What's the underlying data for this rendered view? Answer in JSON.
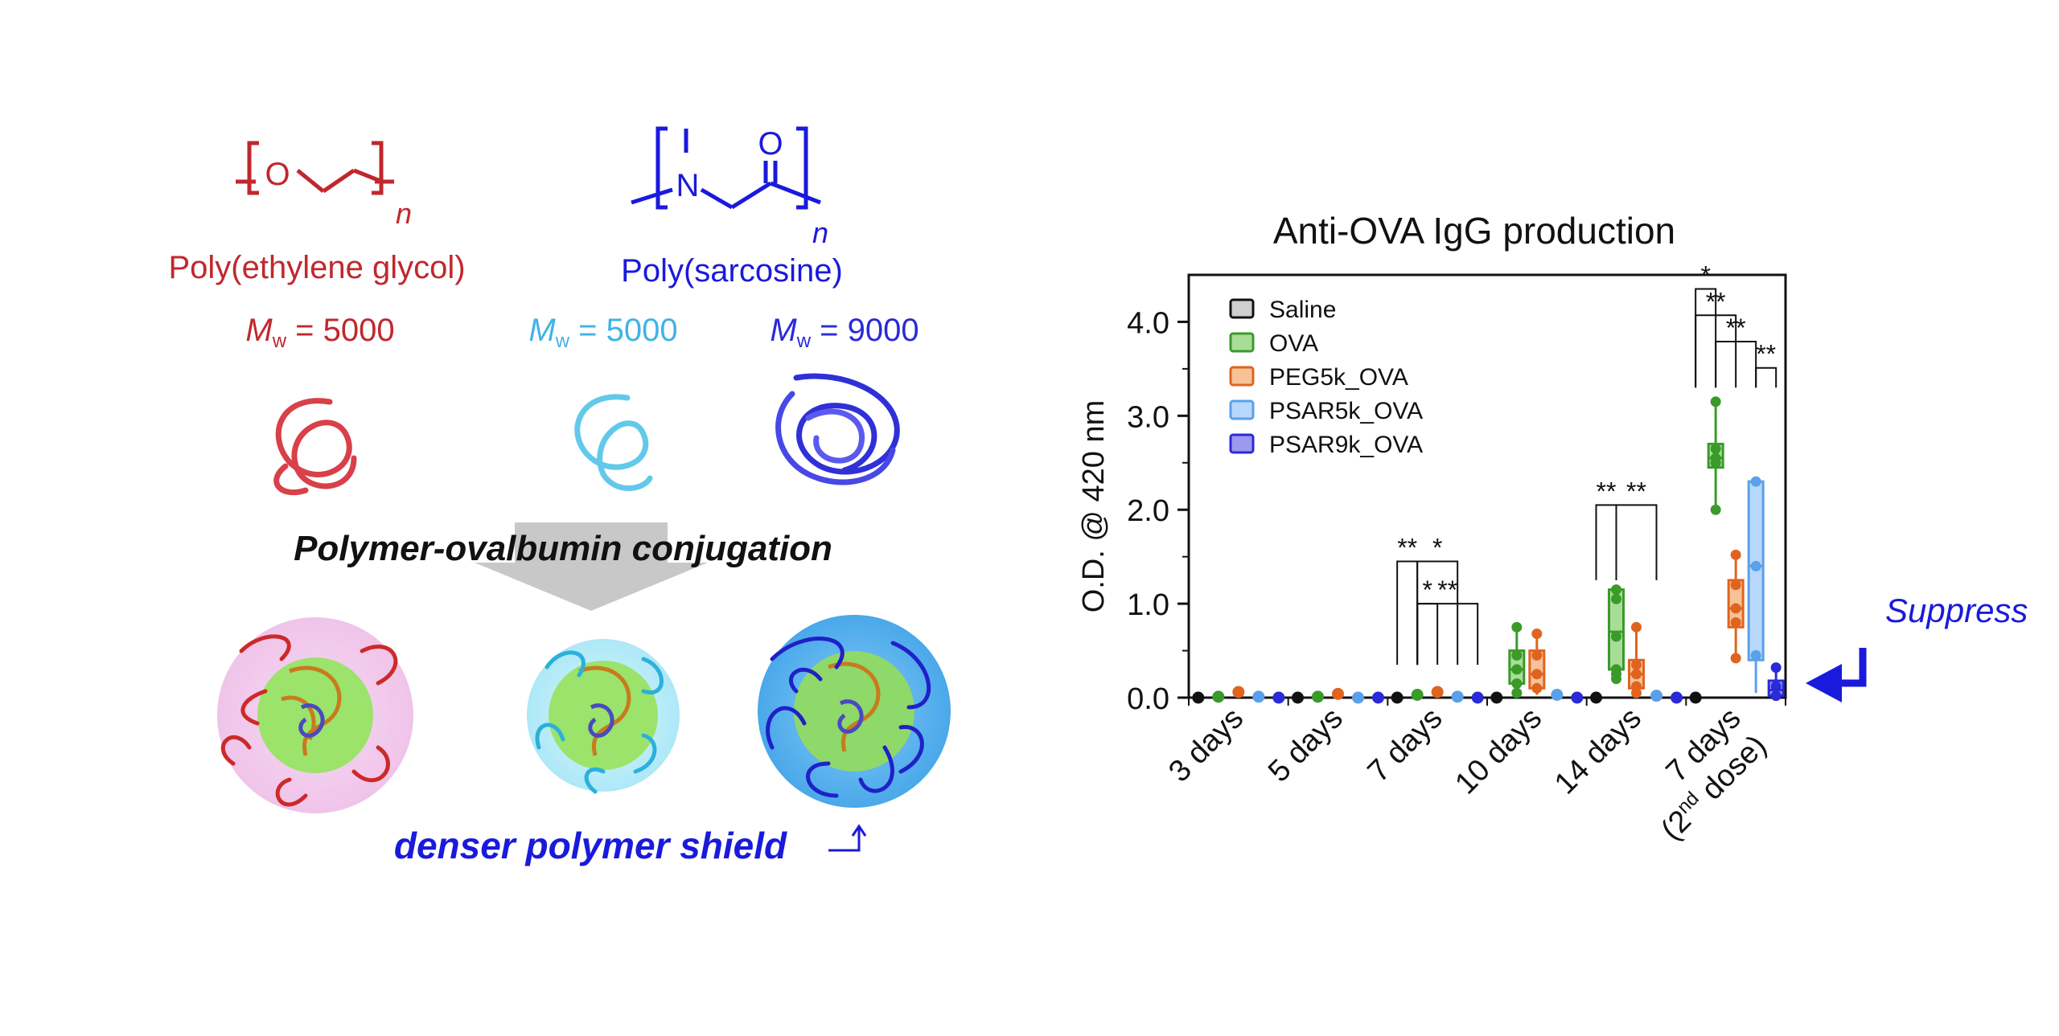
{
  "scheme": {
    "peg": {
      "name": "Poly(ethylene glycol)",
      "atom_o": "O",
      "subscript": "n",
      "mw_label_m": "M",
      "mw_label_w": "w",
      "mw_value": " = 5000",
      "color": "#c0282d"
    },
    "psar": {
      "name": "Poly(sarcosine)",
      "atom_n": "N",
      "atom_o": "O",
      "subscript": "n",
      "color": "#1a1adc"
    },
    "psar5k": {
      "mw_label_m": "M",
      "mw_label_w": "w",
      "mw_value": " = 5000",
      "color": "#3fb3e6"
    },
    "psar9k": {
      "mw_label_m": "M",
      "mw_label_w": "w",
      "mw_value": " = 9000",
      "color": "#2a2ad8"
    },
    "conjugation_label": "Polymer-ovalbumin conjugation",
    "shield_label": "denser polymer shield",
    "colors": {
      "peg_halo": "#f2c6ec",
      "psar5k_halo": "#bfeefa",
      "psar9k_halo": "#5bb4ef",
      "core": "#9be36a",
      "arrow": "#c8c8c8"
    }
  },
  "chart_data": {
    "type": "box",
    "title": "Anti-OVA IgG production",
    "ylabel": "O.D. @ 420 nm",
    "xlabel": "",
    "ylim": [
      0,
      4.5
    ],
    "yticks": [
      "0.0",
      "1.0",
      "2.0",
      "3.0",
      "4.0"
    ],
    "ytick_values": [
      0,
      1,
      2,
      3,
      4
    ],
    "categories": [
      "3 days",
      "5 days",
      "7 days",
      "10 days",
      "14 days",
      "7 days"
    ],
    "category_line2": {
      "prefix": "(2",
      "sup": "nd",
      "suffix": " dose)"
    },
    "legend_position": "top-left",
    "series": [
      {
        "name": "Saline",
        "color": "#111111",
        "fill": "#cfcfcf",
        "values": [
          0.0,
          0.0,
          0.0,
          0.0,
          0.0,
          0.0
        ],
        "boxes": [
          null,
          null,
          null,
          null,
          null,
          null
        ]
      },
      {
        "name": "OVA",
        "color": "#3a9a2a",
        "fill": "#a8dd98",
        "values": [
          0.01,
          0.01,
          0.03,
          0.3,
          0.7,
          2.6
        ],
        "boxes": [
          null,
          null,
          null,
          {
            "min": 0.05,
            "q1": 0.15,
            "median": 0.3,
            "q3": 0.5,
            "max": 0.75,
            "points": [
              0.75,
              0.45,
              0.3,
              0.15,
              0.05
            ]
          },
          {
            "min": 0.2,
            "q1": 0.3,
            "median": 0.7,
            "q3": 1.15,
            "max": 1.18,
            "points": [
              1.15,
              1.05,
              0.65,
              0.3,
              0.25,
              0.2
            ]
          },
          {
            "min": 2.0,
            "q1": 2.45,
            "median": 2.55,
            "q3": 2.7,
            "max": 3.15,
            "points": [
              3.15,
              2.65,
              2.55,
              2.5,
              2.0
            ]
          }
        ]
      },
      {
        "name": "PEG5k_OVA",
        "color": "#e0641e",
        "fill": "#f6c298",
        "values": [
          0.06,
          0.04,
          0.06,
          0.3,
          0.25,
          1.0
        ],
        "boxes": [
          null,
          null,
          null,
          {
            "min": 0.03,
            "q1": 0.1,
            "median": 0.25,
            "q3": 0.5,
            "max": 0.68,
            "points": [
              0.68,
              0.45,
              0.25,
              0.1
            ]
          },
          {
            "min": 0.02,
            "q1": 0.1,
            "median": 0.25,
            "q3": 0.4,
            "max": 0.75,
            "points": [
              0.75,
              0.35,
              0.25,
              0.12,
              0.05
            ]
          },
          {
            "min": 0.42,
            "q1": 0.75,
            "median": 0.95,
            "q3": 1.25,
            "max": 1.52,
            "points": [
              1.52,
              1.2,
              0.95,
              0.8,
              0.42
            ]
          }
        ]
      },
      {
        "name": "PSAR5k_OVA",
        "color": "#5aa0ea",
        "fill": "#b8d8fb",
        "values": [
          0.01,
          0.0,
          0.01,
          0.03,
          0.02,
          1.4
        ],
        "boxes": [
          null,
          null,
          null,
          null,
          null,
          {
            "min": 0.05,
            "q1": 0.4,
            "median": 1.4,
            "q3": 2.3,
            "max": 2.3,
            "points": [
              2.3,
              1.4,
              0.45
            ]
          }
        ]
      },
      {
        "name": "PSAR9k_OVA",
        "color": "#2a2ad8",
        "fill": "#9a9aee",
        "values": [
          0.0,
          0.0,
          0.0,
          0.0,
          0.0,
          0.1
        ],
        "boxes": [
          null,
          null,
          null,
          null,
          null,
          {
            "min": 0.0,
            "q1": 0.02,
            "median": 0.08,
            "q3": 0.18,
            "max": 0.32,
            "points": [
              0.32,
              0.12,
              0.02
            ]
          }
        ]
      }
    ],
    "significance": [
      {
        "group": 2,
        "label": "**",
        "from": 0,
        "to": 1
      },
      {
        "group": 2,
        "label": "*",
        "from": 1,
        "to": 2
      },
      {
        "group": 2,
        "label": "*",
        "from": 1,
        "to": 3
      },
      {
        "group": 2,
        "label": "**",
        "from": 1,
        "to": 4
      },
      {
        "group": 4,
        "label": "**",
        "from": 0,
        "to": 1
      },
      {
        "group": 4,
        "label": "**",
        "from": 1,
        "to": 3
      },
      {
        "group": 5,
        "label": "*",
        "from": 0,
        "to": 1
      },
      {
        "group": 5,
        "label": "**",
        "from": 0,
        "to": 2
      },
      {
        "group": 5,
        "label": "**",
        "from": 1,
        "to": 3
      },
      {
        "group": 5,
        "label": "**",
        "from": 3,
        "to": 4
      }
    ],
    "annotation": {
      "text": "Suppress",
      "color": "#1a1adc"
    }
  }
}
